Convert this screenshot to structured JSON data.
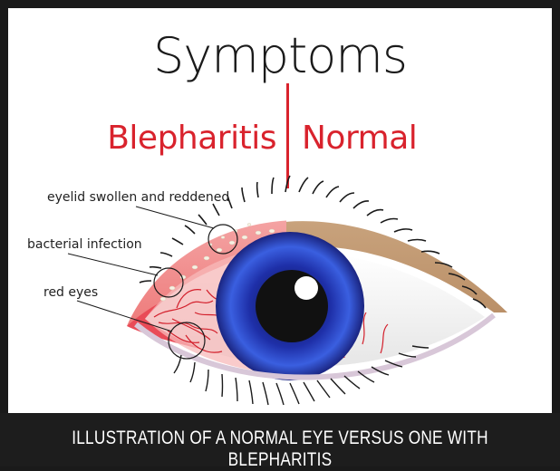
{
  "title": "Symptoms",
  "labels": {
    "left": "Blepharitis",
    "right": "Normal"
  },
  "callouts": [
    "eyelid swollen and reddened",
    "bacterial infection",
    "red eyes"
  ],
  "caption": "ILLUSTRATION OF A NORMAL EYE VERSUS ONE WITH BLEPHARITIS",
  "colors": {
    "accent": "#d9232d",
    "background": "#ffffff",
    "frame": "#1a1a1a",
    "iris": "#2a3fc0",
    "normal_lid": "#c9a27a",
    "inflamed_lid": "#f08080"
  }
}
